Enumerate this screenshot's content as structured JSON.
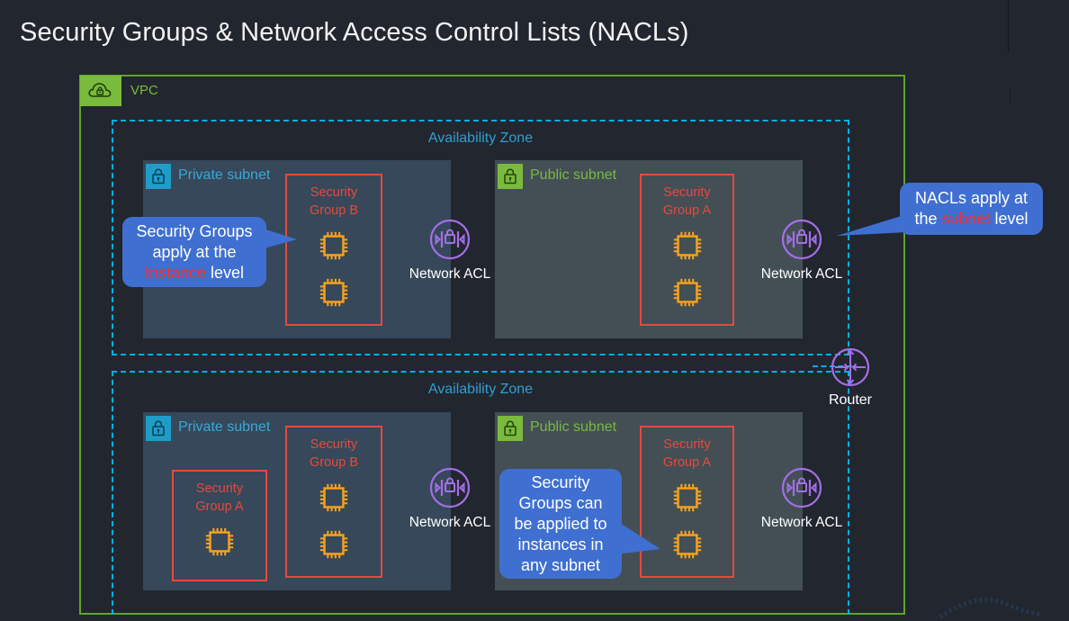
{
  "page": {
    "title": "Security Groups & Network Access Control Lists (NACLs)",
    "background_color": "#22262f"
  },
  "vpc": {
    "label": "VPC",
    "icon": "vpc-cloud-lock-icon",
    "border_color": "#5fa42c",
    "badge_color": "#7aba3c"
  },
  "availability_zones": [
    {
      "label": "Availability Zone",
      "border_color": "#00b0e4"
    },
    {
      "label": "Availability Zone",
      "border_color": "#00b0e4"
    }
  ],
  "subnets": [
    {
      "name": "Private subnet",
      "type": "private",
      "icon": "lock-icon",
      "badge_color": "#1e9dc8",
      "text_color": "#3aa8d8",
      "fill_color": "#36485a"
    },
    {
      "name": "Public subnet",
      "type": "public",
      "icon": "lock-icon",
      "badge_color": "#7aba3c",
      "text_color": "#79b843",
      "fill_color": "#434f55"
    },
    {
      "name": "Private subnet",
      "type": "private",
      "icon": "lock-icon",
      "badge_color": "#1e9dc8",
      "text_color": "#3aa8d8",
      "fill_color": "#36485a"
    },
    {
      "name": "Public subnet",
      "type": "public",
      "icon": "lock-icon",
      "badge_color": "#7aba3c",
      "text_color": "#79b843",
      "fill_color": "#434f55"
    }
  ],
  "security_groups": [
    {
      "label": "Security\nGroup B",
      "instances": 2,
      "border_color": "#e8483e"
    },
    {
      "label": "Security\nGroup A",
      "instances": 2,
      "border_color": "#e8483e"
    },
    {
      "label": "Security\nGroup A",
      "instances": 1,
      "border_color": "#e8483e"
    },
    {
      "label": "Security\nGroup B",
      "instances": 2,
      "border_color": "#e8483e"
    },
    {
      "label": "Security\nGroup A",
      "instances": 2,
      "border_color": "#e8483e"
    }
  ],
  "network_acls": [
    {
      "label": "Network ACL",
      "icon": "network-acl-icon",
      "color": "#a46fe8"
    },
    {
      "label": "Network ACL",
      "icon": "network-acl-icon",
      "color": "#a46fe8"
    },
    {
      "label": "Network ACL",
      "icon": "network-acl-icon",
      "color": "#a46fe8"
    },
    {
      "label": "Network ACL",
      "icon": "network-acl-icon",
      "color": "#a46fe8"
    }
  ],
  "router": {
    "label": "Router",
    "icon": "router-icon",
    "color": "#a46fe8"
  },
  "callouts": [
    {
      "id": "sg-instance-level",
      "parts": [
        {
          "text": "Security Groups apply at the ",
          "highlight": false
        },
        {
          "text": "Instance",
          "highlight": true
        },
        {
          "text": " level",
          "highlight": false
        }
      ],
      "plain": "Security Groups apply at the Instance level",
      "bg_color": "#3f6fd0",
      "highlight_color": "#ff2a2a",
      "tail": "right"
    },
    {
      "id": "nacl-subnet-level",
      "parts": [
        {
          "text": "NACLs apply at the ",
          "highlight": false
        },
        {
          "text": "subnet",
          "highlight": true
        },
        {
          "text": " level",
          "highlight": false
        }
      ],
      "plain": "NACLs apply at the subnet level",
      "bg_color": "#3f6fd0",
      "highlight_color": "#ff2a2a",
      "tail": "left"
    },
    {
      "id": "sg-any-subnet",
      "parts": [
        {
          "text": "Security Groups can be applied to instances in any subnet",
          "highlight": false
        }
      ],
      "plain": "Security Groups can be applied to instances in any subnet",
      "bg_color": "#3f6fd0",
      "tail": "right"
    }
  ],
  "instance_icon": {
    "name": "cpu-chip-icon",
    "color": "#f5a11e"
  }
}
